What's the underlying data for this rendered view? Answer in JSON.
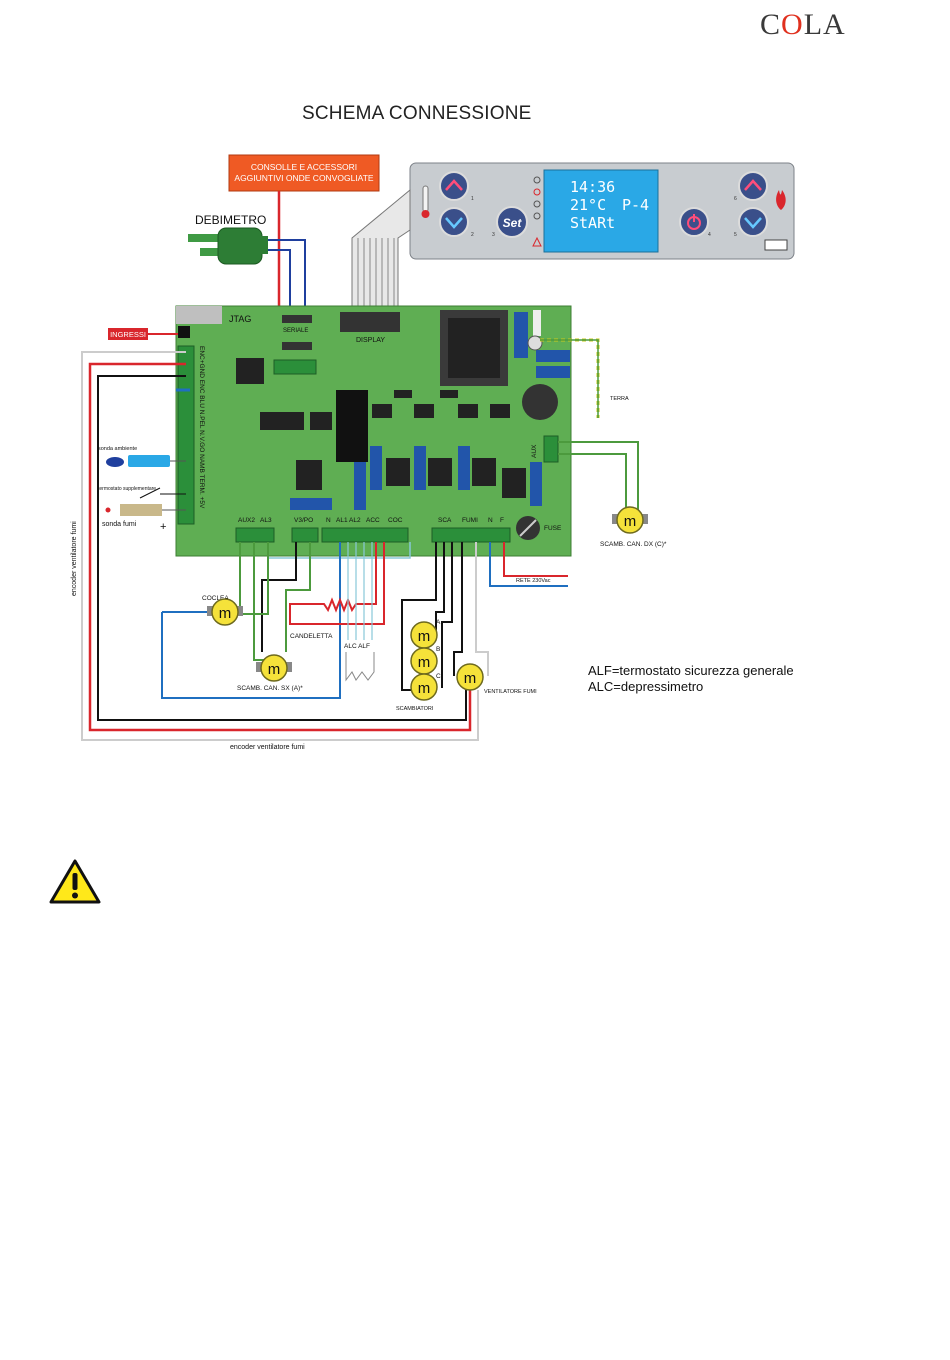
{
  "header": {
    "brand_prefix": "C",
    "brand_o": "O",
    "brand_suffix": "LA"
  },
  "title": "SCHEMA CONNESSIONE",
  "accessories_box": "CONSOLLE E ACCESSORI AGGIUNTIVI ONDE CONVOGLIATE",
  "labels": {
    "debimetro": "DEBIMETRO",
    "ingressi": "INGRESSI",
    "jtag": "JTAG",
    "seriale": "SERIALE",
    "display": "DISPLAY",
    "terra": "TERRA",
    "aux": "AUX",
    "fuse": "FUSE",
    "rete": "RETE 230Vac",
    "sonda_ambiente": "sonda ambiente",
    "termostato": "termostato supplementare",
    "sonda_fumi": "sonda fumi",
    "terminal_strip": "ENC+GND ENC BLU N.PEL N.V.GO NAMB TERM. +5V",
    "bottom_terminals": [
      "AUX2",
      "AL3",
      "V3/PO",
      "N",
      "AL1",
      "AL2",
      "ACC",
      "COC",
      "SCA",
      "FUMI",
      "N",
      "F"
    ],
    "coclea": "COCLEA",
    "candeletta": "CANDELETTA",
    "alc_alf": "ALC ALF",
    "scamb_sx": "SCAMB. CAN. SX (A)*",
    "scamb_dx": "SCAMB. CAN. DX (C)*",
    "scambiatori": "SCAMBIATORI",
    "ventilatore": "VENTILATORE FUMI",
    "encoder_side": "encoder ventilatore fumi",
    "encoder_bottom": "encoder ventilatore fumi",
    "motor_symbol": "m",
    "abc": [
      "A",
      "B",
      "C"
    ]
  },
  "console": {
    "time": "14:36",
    "temp": "21°C",
    "program": "P-4",
    "status": "StARt",
    "set_label": "Set",
    "button_numbers": [
      "1",
      "2",
      "3",
      "4",
      "5",
      "6"
    ]
  },
  "legend": [
    "ALF=termostato sicurezza generale",
    "ALC=depressimetro"
  ],
  "colors": {
    "board": "#5fae53",
    "wire_red": "#d9262c",
    "wire_blue": "#1f6fc0",
    "wire_green": "#4c9a3d",
    "wire_black": "#111111",
    "motor": "#f5e23a",
    "lcd": "#2aa8e6",
    "accessories_box": "#ef5a24"
  }
}
